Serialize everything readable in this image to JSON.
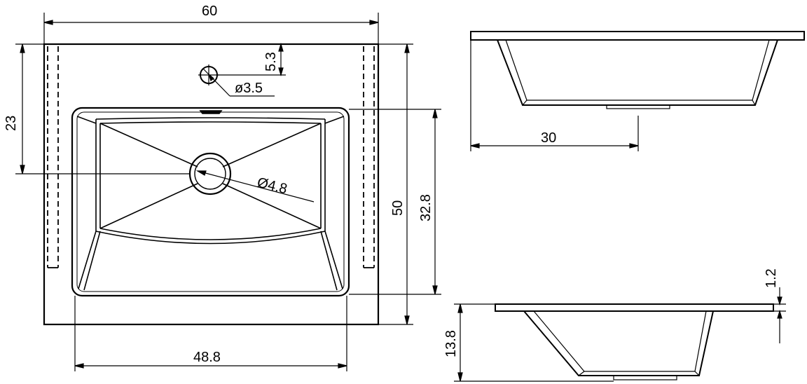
{
  "drawing": {
    "overall_width": "60",
    "tap_hole_offset": "5.3",
    "tap_hole_diameter": "ø3.5",
    "drain_offset": "23",
    "drain_diameter": "Ø4.8",
    "overall_depth": "50",
    "bowl_depth": "32.8",
    "bowl_width": "48.8",
    "drain_from_left": "30",
    "slab_thickness": "1.2",
    "total_height": "13.8"
  }
}
